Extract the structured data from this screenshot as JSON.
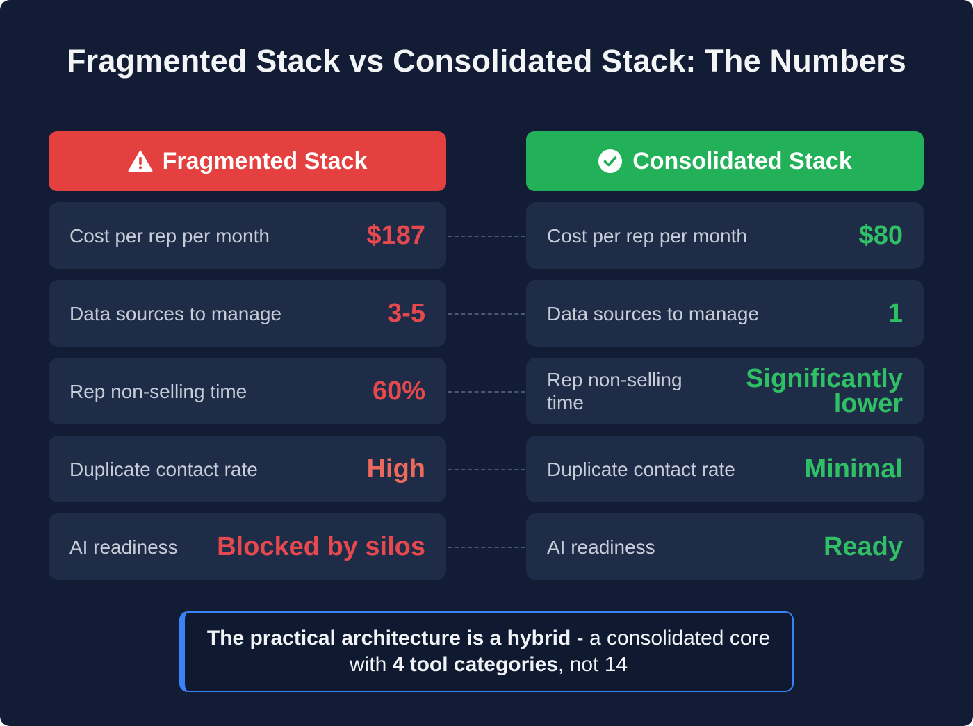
{
  "title": "Fragmented Stack vs Consolidated Stack: The Numbers",
  "colors": {
    "background": "#121c34",
    "card": "#1f2c48",
    "fragmented_header": "#e3403f",
    "consolidated_header": "#22b158",
    "negative_value": "#e5484d",
    "negative_value_soft": "#ec6a5c",
    "positive_value": "#2fbf64",
    "callout_border": "#3b82f6"
  },
  "fragmented": {
    "header": "Fragmented Stack",
    "icon": "warning-triangle-icon",
    "rows": [
      {
        "label": "Cost per rep per month",
        "value": "$187"
      },
      {
        "label": "Data sources to manage",
        "value": "3-5"
      },
      {
        "label": "Rep non-selling time",
        "value": "60%"
      },
      {
        "label": "Duplicate contact rate",
        "value": "High"
      },
      {
        "label": "AI readiness",
        "value": "Blocked by silos"
      }
    ]
  },
  "consolidated": {
    "header": "Consolidated Stack",
    "icon": "check-circle-icon",
    "rows": [
      {
        "label": "Cost per rep per month",
        "value": "$80"
      },
      {
        "label": "Data sources to manage",
        "value": "1"
      },
      {
        "label": "Rep non-selling time",
        "value": "Significantly lower"
      },
      {
        "label": "Duplicate contact rate",
        "value": "Minimal"
      },
      {
        "label": "AI readiness",
        "value": "Ready"
      }
    ]
  },
  "callout": {
    "bold_1": "The practical architecture is a hybrid",
    "text_1": " - a consolidated core with ",
    "bold_2": "4 tool categories",
    "text_2": ", not 14"
  }
}
